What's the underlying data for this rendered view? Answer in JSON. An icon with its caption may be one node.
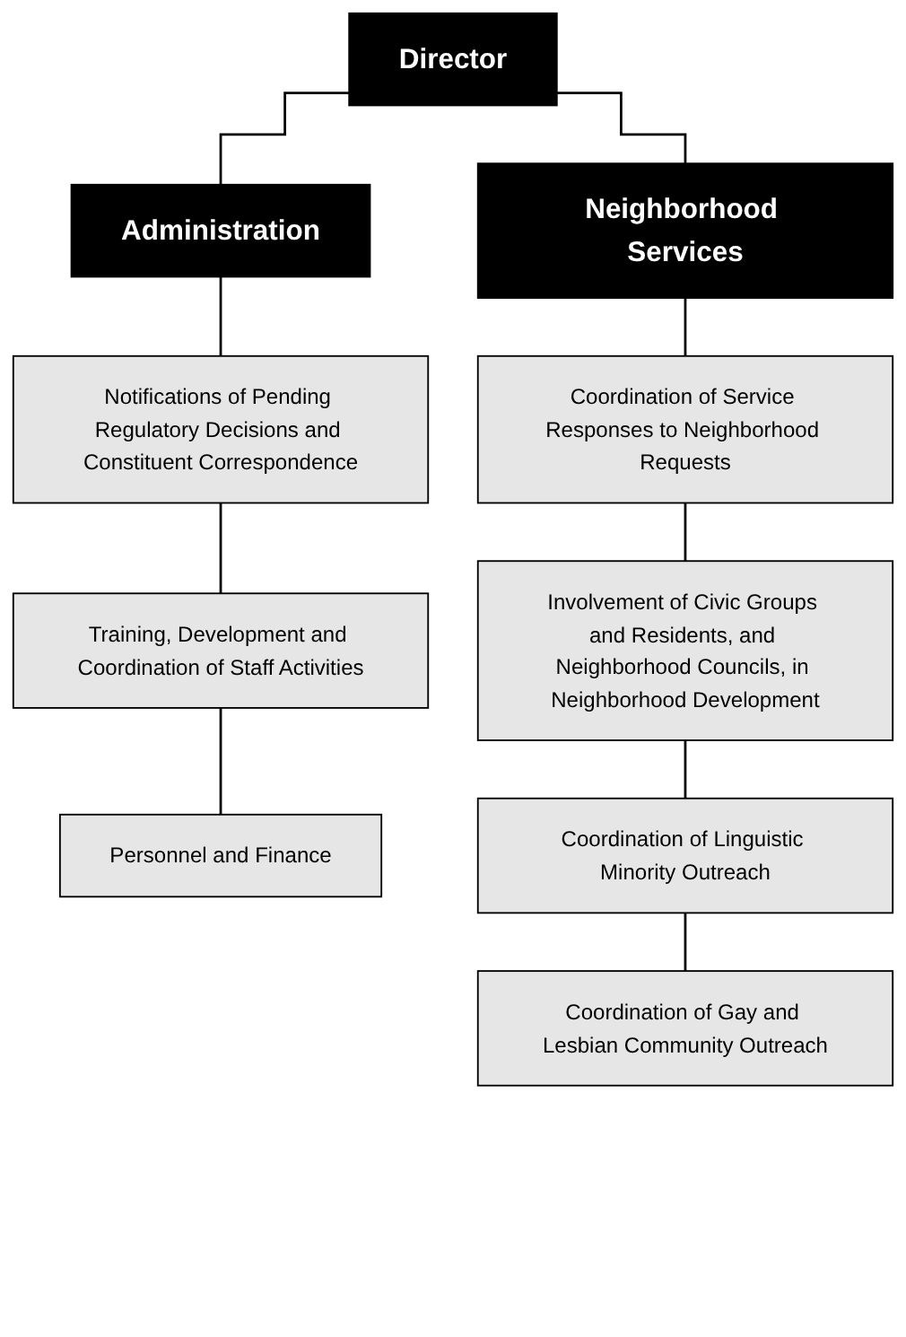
{
  "diagram": {
    "nodes": [
      {
        "text": [
          "Director"
        ]
      },
      {
        "text": [
          "Administration"
        ]
      },
      {
        "text": [
          "Neighborhood Services"
        ]
      },
      {
        "text": [
          "Notifications of Pending Regulatory Decisions and Constituent Correspondence"
        ]
      },
      {
        "text": [
          "Training, Development and Coordination of Staff Activities"
        ]
      },
      {
        "text": [
          "Personnel and Finance"
        ]
      },
      {
        "text": [
          "Coordination of Service Responses to Neighborhood Requests"
        ]
      },
      {
        "text": [
          "Involvement of Civic Groups and Residents, and Neighborhood Councils, in Neighborhood Development"
        ]
      },
      {
        "text": [
          "Coordination of Linguistic Minority Outreach"
        ]
      },
      {
        "text": [
          "Coordination of Gay and Lesbian Community Outreach"
        ]
      }
    ],
    "edges": [
      {
        "from": 0,
        "to": 1,
        "arrow": "none"
      },
      {
        "from": 0,
        "to": 2,
        "arrow": "none"
      },
      {
        "from": 1,
        "to": 3,
        "arrow": "none"
      },
      {
        "from": 3,
        "to": 4,
        "arrow": "none"
      },
      {
        "from": 4,
        "to": 5,
        "arrow": "none"
      },
      {
        "from": 2,
        "to": 6,
        "arrow": "none"
      },
      {
        "from": 6,
        "to": 7,
        "arrow": "none"
      },
      {
        "from": 7,
        "to": 8,
        "arrow": "none"
      },
      {
        "from": 8,
        "to": 9,
        "arrow": "none"
      }
    ]
  }
}
